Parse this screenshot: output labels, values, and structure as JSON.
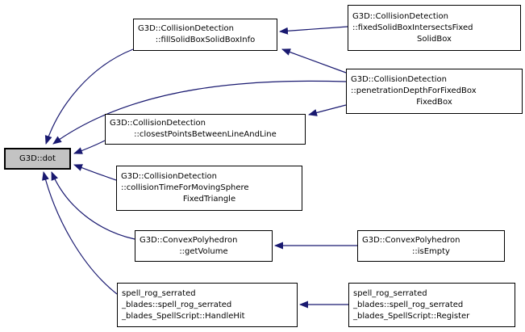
{
  "diagram": {
    "kind": "caller-graph",
    "root_function": "G3D::dot",
    "background_color": "#ffffff",
    "edge_color": "#191970",
    "node_fill_color": "#ffffff",
    "node_border_color": "#000000",
    "highlight_fill_color": "#c3c3c3",
    "text_color": "#000000"
  },
  "nodes": {
    "dot": {
      "lines": [
        "G3D::dot"
      ],
      "highlighted": true
    },
    "fill": {
      "lines": [
        "G3D::CollisionDetection",
        "::fillSolidBoxSolidBoxInfo"
      ]
    },
    "fixed": {
      "lines": [
        "G3D::CollisionDetection",
        "::fixedSolidBoxIntersectsFixed",
        "SolidBox"
      ]
    },
    "pen": {
      "lines": [
        "G3D::CollisionDetection",
        "::penetrationDepthForFixedBox",
        "FixedBox"
      ]
    },
    "closest": {
      "lines": [
        "G3D::CollisionDetection",
        "::closestPointsBetweenLineAndLine"
      ]
    },
    "coltime": {
      "lines": [
        "G3D::CollisionDetection",
        "::collisionTimeForMovingSphere",
        "FixedTriangle"
      ]
    },
    "getvol": {
      "lines": [
        "G3D::ConvexPolyhedron",
        "::getVolume"
      ]
    },
    "isempty": {
      "lines": [
        "G3D::ConvexPolyhedron",
        "::isEmpty"
      ]
    },
    "handlehit": {
      "lines": [
        "spell_rog_serrated",
        "_blades::spell_rog_serrated",
        "_blades_SpellScript::HandleHit"
      ]
    },
    "register": {
      "lines": [
        "spell_rog_serrated",
        "_blades::spell_rog_serrated",
        "_blades_SpellScript::Register"
      ]
    }
  },
  "edges": [
    {
      "from": "G3D::CollisionDetection::fixedSolidBoxIntersectsFixedSolidBox",
      "to": "G3D::CollisionDetection::fillSolidBoxSolidBoxInfo"
    },
    {
      "from": "G3D::CollisionDetection::penetrationDepthForFixedBoxFixedBox",
      "to": "G3D::CollisionDetection::fillSolidBoxSolidBoxInfo"
    },
    {
      "from": "G3D::CollisionDetection::fillSolidBoxSolidBoxInfo",
      "to": "G3D::dot"
    },
    {
      "from": "G3D::CollisionDetection::penetrationDepthForFixedBoxFixedBox",
      "to": "G3D::dot"
    },
    {
      "from": "G3D::CollisionDetection::penetrationDepthForFixedBoxFixedBox",
      "to": "G3D::CollisionDetection::closestPointsBetweenLineAndLine"
    },
    {
      "from": "G3D::CollisionDetection::closestPointsBetweenLineAndLine",
      "to": "G3D::dot"
    },
    {
      "from": "G3D::CollisionDetection::collisionTimeForMovingSphereFixedTriangle",
      "to": "G3D::dot"
    },
    {
      "from": "G3D::ConvexPolyhedron::getVolume",
      "to": "G3D::dot"
    },
    {
      "from": "G3D::ConvexPolyhedron::isEmpty",
      "to": "G3D::ConvexPolyhedron::getVolume"
    },
    {
      "from": "spell_rog_serrated_blades::spell_rog_serrated_blades_SpellScript::HandleHit",
      "to": "G3D::dot"
    },
    {
      "from": "spell_rog_serrated_blades::spell_rog_serrated_blades_SpellScript::Register",
      "to": "spell_rog_serrated_blades::spell_rog_serrated_blades_SpellScript::HandleHit"
    }
  ]
}
